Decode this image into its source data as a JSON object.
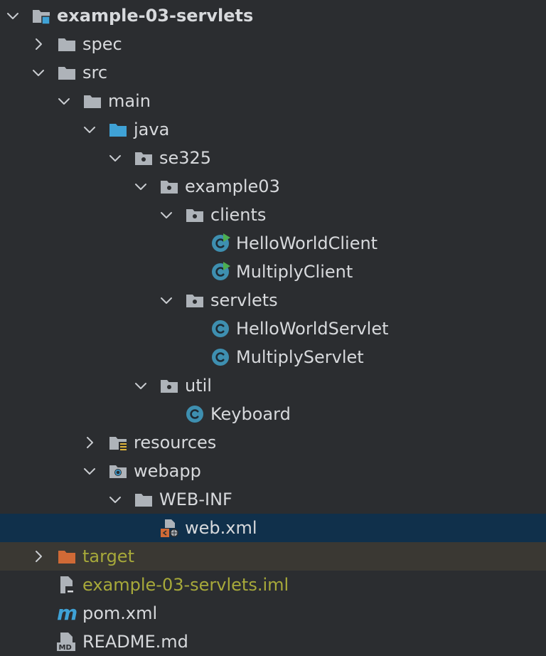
{
  "tree": {
    "rows": [
      {
        "id": "project",
        "label": "example-03-servlets",
        "depth": 0,
        "expander": "down",
        "icon": "project-folder-icon",
        "bold": true
      },
      {
        "id": "spec",
        "label": "spec",
        "depth": 1,
        "expander": "right",
        "icon": "folder-icon"
      },
      {
        "id": "src",
        "label": "src",
        "depth": 1,
        "expander": "down",
        "icon": "folder-icon"
      },
      {
        "id": "main",
        "label": "main",
        "depth": 2,
        "expander": "down",
        "icon": "folder-icon"
      },
      {
        "id": "java",
        "label": "java",
        "depth": 3,
        "expander": "down",
        "icon": "source-root-folder-icon"
      },
      {
        "id": "se325",
        "label": "se325",
        "depth": 4,
        "expander": "down",
        "icon": "package-icon"
      },
      {
        "id": "example03",
        "label": "example03",
        "depth": 5,
        "expander": "down",
        "icon": "package-icon"
      },
      {
        "id": "clients",
        "label": "clients",
        "depth": 6,
        "expander": "down",
        "icon": "package-icon"
      },
      {
        "id": "helloworldclient",
        "label": "HelloWorldClient",
        "depth": 7,
        "expander": "none",
        "icon": "runnable-class-icon"
      },
      {
        "id": "multiplyclient",
        "label": "MultiplyClient",
        "depth": 7,
        "expander": "none",
        "icon": "runnable-class-icon"
      },
      {
        "id": "servlets",
        "label": "servlets",
        "depth": 6,
        "expander": "down",
        "icon": "package-icon"
      },
      {
        "id": "helloworldservlet",
        "label": "HelloWorldServlet",
        "depth": 7,
        "expander": "none",
        "icon": "class-icon"
      },
      {
        "id": "multiplyservlet",
        "label": "MultiplyServlet",
        "depth": 7,
        "expander": "none",
        "icon": "class-icon"
      },
      {
        "id": "util",
        "label": "util",
        "depth": 5,
        "expander": "down",
        "icon": "package-icon"
      },
      {
        "id": "keyboard",
        "label": "Keyboard",
        "depth": 6,
        "expander": "none",
        "icon": "class-icon"
      },
      {
        "id": "resources",
        "label": "resources",
        "depth": 3,
        "expander": "right",
        "icon": "resources-folder-icon"
      },
      {
        "id": "webapp",
        "label": "webapp",
        "depth": 3,
        "expander": "down",
        "icon": "web-folder-icon"
      },
      {
        "id": "web-inf",
        "label": "WEB-INF",
        "depth": 4,
        "expander": "down",
        "icon": "folder-icon"
      },
      {
        "id": "web-xml",
        "label": "web.xml",
        "depth": 5,
        "expander": "none",
        "icon": "web-xml-file-icon",
        "selected": true
      },
      {
        "id": "target",
        "label": "target",
        "depth": 1,
        "expander": "right",
        "icon": "excluded-folder-icon",
        "excluded": true,
        "olive": true
      },
      {
        "id": "iml",
        "label": "example-03-servlets.iml",
        "depth": 1,
        "expander": "none",
        "icon": "iml-file-icon",
        "olive": true
      },
      {
        "id": "pom",
        "label": "pom.xml",
        "depth": 1,
        "expander": "none",
        "icon": "maven-m-icon"
      },
      {
        "id": "readme",
        "label": "README.md",
        "depth": 1,
        "expander": "none",
        "icon": "markdown-file-icon"
      }
    ]
  },
  "colors": {
    "background": "#2b2d30",
    "text": "#d7d9dc",
    "selected_row": "#10304b",
    "excluded_row": "#3a3833",
    "olive_text": "#a7a93a",
    "folder": "#aeb3b9",
    "source_folder": "#3fa2d6",
    "excluded_folder": "#d06a36",
    "class_circle": "#3e8fb0",
    "run_triangle": "#4caf50"
  }
}
